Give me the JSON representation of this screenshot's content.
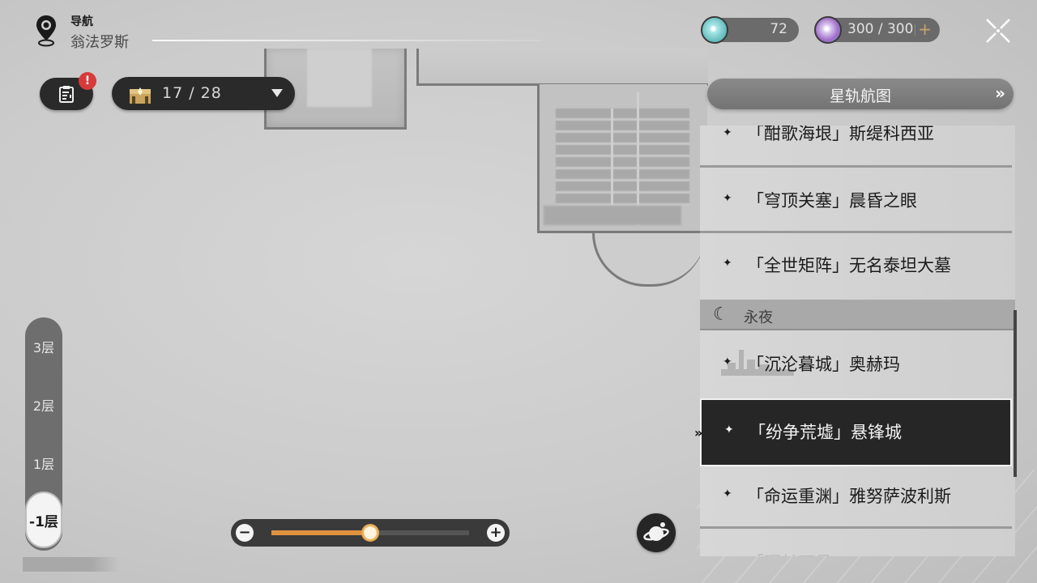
{
  "nav": {
    "label": "导航",
    "place": "翁法罗斯"
  },
  "tasks": {
    "alert_badge": "!"
  },
  "chest": {
    "count": "17 / 28"
  },
  "currency": [
    {
      "icon": "stellar-jade-icon",
      "value": "72"
    },
    {
      "icon": "trailblaze-power-icon",
      "value": "300 / 300",
      "plus": "+"
    }
  ],
  "star_rail_map": {
    "label": "星轨航图",
    "chevron": "»"
  },
  "locations": {
    "items": [
      {
        "star": "✦",
        "name": "「酣歌海垠」斯缇科西亚"
      },
      {
        "star": "✦",
        "name": "「穹顶关塞」晨昏之眼"
      },
      {
        "star": "✦",
        "name": "「全世矩阵」无名泰坦大墓"
      }
    ],
    "section": {
      "icon": "☾",
      "label": "永夜"
    },
    "section_items": [
      {
        "star": "✦",
        "name": "「沉沦暮城」奥赫玛"
      },
      {
        "star": "✦",
        "name": "「纷争荒墟」悬锋城",
        "selected": true
      },
      {
        "star": "✦",
        "name": "「命运重渊」雅努萨波利斯"
      },
      {
        "star": "",
        "name": "「晖长石号」……"
      }
    ],
    "selected_marker": "»"
  },
  "floors": {
    "items": [
      "3层",
      "2层",
      "1层"
    ],
    "active": "-1层"
  },
  "zoom": {
    "minus": "−",
    "plus": "+",
    "level_percent": 50
  },
  "colors": {
    "accent_orange": "#e0913f",
    "badge_red": "#d63b3b",
    "selected_row": "#262626"
  }
}
